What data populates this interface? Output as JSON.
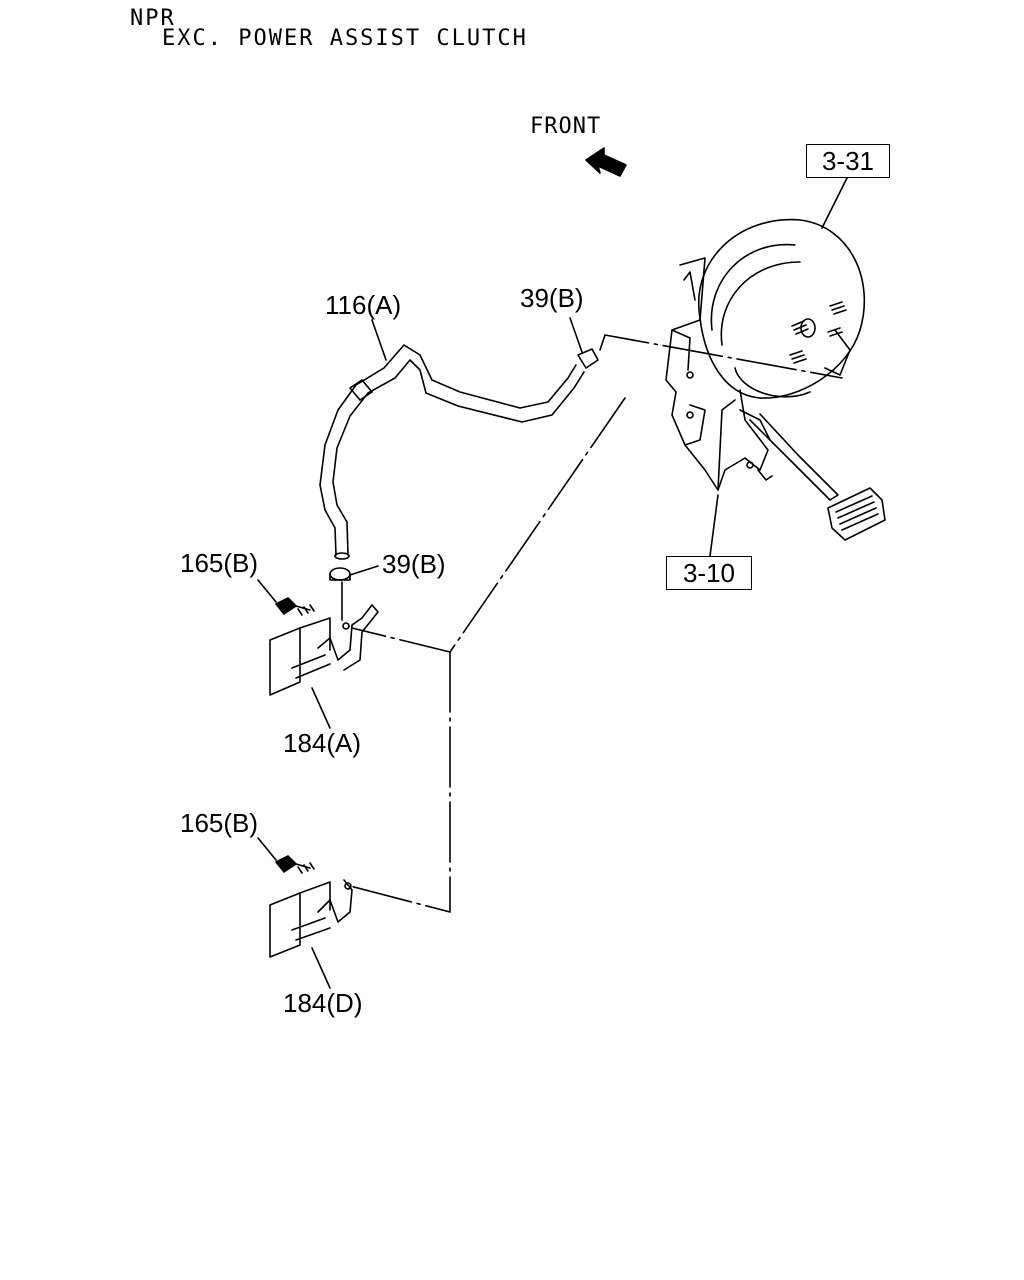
{
  "header": {
    "model": "NPR",
    "variant": "EXC. POWER ASSIST CLUTCH"
  },
  "direction_label": "FRONT",
  "references": {
    "booster": "3-31",
    "pedal": "3-10"
  },
  "callouts": {
    "hose": "116(A)",
    "clip_upper": "39(B)",
    "clip_lower": "39(B)",
    "bolt_upper": "165(B)",
    "bracket_upper": "184(A)",
    "bolt_lower": "165(B)",
    "bracket_lower": "184(D)"
  }
}
